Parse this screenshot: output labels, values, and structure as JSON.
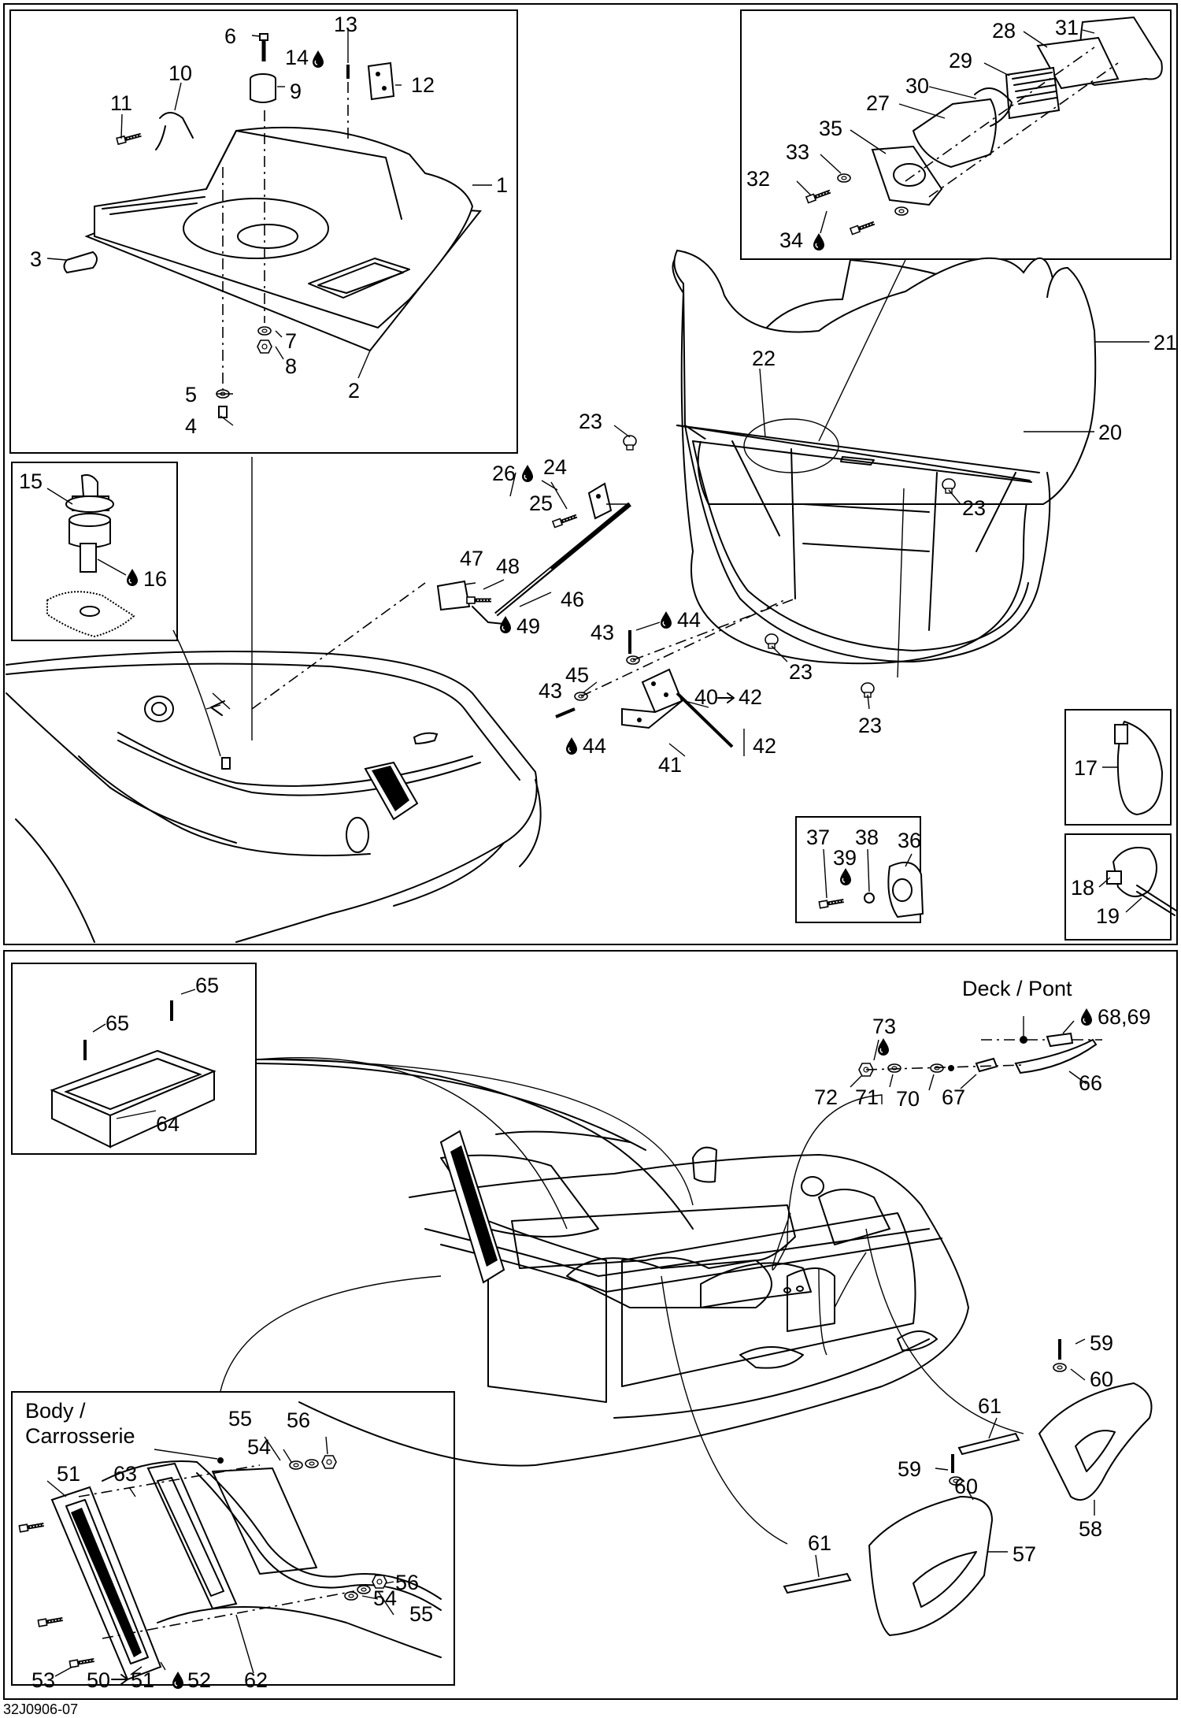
{
  "figure_code": "32J0906-07",
  "top_labels": {
    "l1": "1",
    "l2": "2",
    "l3": "3",
    "l4": "4",
    "l5": "5",
    "l6": "6",
    "l7": "7",
    "l8": "8",
    "l9": "9",
    "l10": "10",
    "l11": "11",
    "l12": "12",
    "l13": "13",
    "l14": "14",
    "l15": "15",
    "l16": "16",
    "l17": "17",
    "l18": "18",
    "l19": "19",
    "l20": "20",
    "l21": "21",
    "l22": "22",
    "l23a": "23",
    "l23b": "23",
    "l23c": "23",
    "l23d": "23",
    "l24": "24",
    "l25": "25",
    "l26": "26",
    "l27": "27",
    "l28": "28",
    "l29": "29",
    "l30": "30",
    "l31": "31",
    "l32": "32",
    "l33": "33",
    "l34": "34",
    "l35": "35",
    "l36": "36",
    "l37": "37",
    "l38": "38",
    "l39": "39",
    "l40": "40",
    "l40b": "42",
    "l41": "41",
    "l42": "42",
    "l43a": "43",
    "l43b": "43",
    "l44a": "44",
    "l44b": "44",
    "l45": "45",
    "l46": "46",
    "l47": "47",
    "l48": "48",
    "l49": "49"
  },
  "bottom_labels": {
    "deck_pont": "Deck / Pont",
    "body_line1": "Body /",
    "body_line2": "Carrosserie",
    "l50": "50",
    "l50b": "51",
    "l51": "51",
    "l52": "52",
    "l53": "53",
    "l54a": "54",
    "l54b": "54",
    "l55a": "55",
    "l55b": "55",
    "l56a": "56",
    "l56b": "56",
    "l57": "57",
    "l58": "58",
    "l59a": "59",
    "l59b": "59",
    "l60a": "60",
    "l60b": "60",
    "l61a": "61",
    "l61b": "61",
    "l62": "62",
    "l63": "63",
    "l64": "64",
    "l65a": "65",
    "l65b": "65",
    "l66": "66",
    "l67": "67",
    "l6869": "68,69",
    "l70": "70",
    "l71": "71",
    "l72": "72",
    "l73": "73"
  },
  "icons": {
    "adhesive_drop": "drop-icon",
    "arrow": "arrow-icon"
  }
}
